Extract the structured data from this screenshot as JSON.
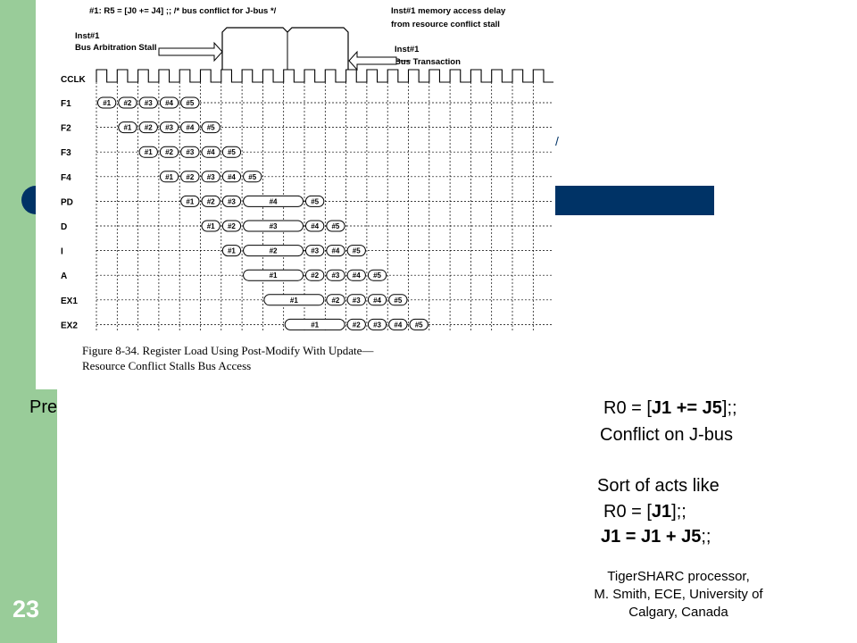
{
  "slide": {
    "number": "23",
    "pre_text": "Pre"
  },
  "figure": {
    "top_annotation": "#1: R5 = [J0 += J4] ;; /* bus conflict for J-bus */",
    "left_annotation": [
      "Inst#1",
      "Bus Arbitration Stall"
    ],
    "right_annotation_top": [
      "Inst#1 memory access delay",
      "from resource conflict stall"
    ],
    "right_annotation_bus": [
      "Inst#1",
      "Bus Transaction"
    ],
    "clock_label": "CCLK",
    "stages": [
      {
        "name": "F1",
        "boxes": [
          {
            "label": "#1",
            "from": 0,
            "to": 1
          },
          {
            "label": "#2",
            "from": 1,
            "to": 2
          },
          {
            "label": "#3",
            "from": 2,
            "to": 3
          },
          {
            "label": "#4",
            "from": 3,
            "to": 4
          },
          {
            "label": "#5",
            "from": 4,
            "to": 5
          }
        ]
      },
      {
        "name": "F2",
        "boxes": [
          {
            "label": "#1",
            "from": 1,
            "to": 2
          },
          {
            "label": "#2",
            "from": 2,
            "to": 3
          },
          {
            "label": "#3",
            "from": 3,
            "to": 4
          },
          {
            "label": "#4",
            "from": 4,
            "to": 5
          },
          {
            "label": "#5",
            "from": 5,
            "to": 6
          }
        ]
      },
      {
        "name": "F3",
        "boxes": [
          {
            "label": "#1",
            "from": 2,
            "to": 3
          },
          {
            "label": "#2",
            "from": 3,
            "to": 4
          },
          {
            "label": "#3",
            "from": 4,
            "to": 5
          },
          {
            "label": "#4",
            "from": 5,
            "to": 6
          },
          {
            "label": "#5",
            "from": 6,
            "to": 7
          }
        ]
      },
      {
        "name": "F4",
        "boxes": [
          {
            "label": "#1",
            "from": 3,
            "to": 4
          },
          {
            "label": "#2",
            "from": 4,
            "to": 5
          },
          {
            "label": "#3",
            "from": 5,
            "to": 6
          },
          {
            "label": "#4",
            "from": 6,
            "to": 7
          },
          {
            "label": "#5",
            "from": 7,
            "to": 8
          }
        ]
      },
      {
        "name": "PD",
        "boxes": [
          {
            "label": "#1",
            "from": 4,
            "to": 5
          },
          {
            "label": "#2",
            "from": 5,
            "to": 6
          },
          {
            "label": "#3",
            "from": 6,
            "to": 7
          },
          {
            "label": "#4",
            "from": 7,
            "to": 10
          },
          {
            "label": "#5",
            "from": 10,
            "to": 11
          }
        ]
      },
      {
        "name": "D",
        "boxes": [
          {
            "label": "#1",
            "from": 5,
            "to": 6
          },
          {
            "label": "#2",
            "from": 6,
            "to": 7
          },
          {
            "label": "#3",
            "from": 7,
            "to": 10
          },
          {
            "label": "#4",
            "from": 10,
            "to": 11
          },
          {
            "label": "#5",
            "from": 11,
            "to": 12
          }
        ]
      },
      {
        "name": "I",
        "boxes": [
          {
            "label": "#1",
            "from": 6,
            "to": 7
          },
          {
            "label": "#2",
            "from": 7,
            "to": 10
          },
          {
            "label": "#3",
            "from": 10,
            "to": 11
          },
          {
            "label": "#4",
            "from": 11,
            "to": 12
          },
          {
            "label": "#5",
            "from": 12,
            "to": 13
          }
        ]
      },
      {
        "name": "A",
        "boxes": [
          {
            "label": "#1",
            "from": 7,
            "to": 10
          },
          {
            "label": "#2",
            "from": 10,
            "to": 11
          },
          {
            "label": "#3",
            "from": 11,
            "to": 12
          },
          {
            "label": "#4",
            "from": 12,
            "to": 13
          },
          {
            "label": "#5",
            "from": 13,
            "to": 14
          }
        ]
      },
      {
        "name": "EX1",
        "boxes": [
          {
            "label": "#1",
            "from": 8,
            "to": 11
          },
          {
            "label": "#2",
            "from": 11,
            "to": 12
          },
          {
            "label": "#3",
            "from": 12,
            "to": 13
          },
          {
            "label": "#4",
            "from": 13,
            "to": 14
          },
          {
            "label": "#5",
            "from": 14,
            "to": 15
          }
        ]
      },
      {
        "name": "EX2",
        "boxes": [
          {
            "label": "#1",
            "from": 9,
            "to": 12
          },
          {
            "label": "#2",
            "from": 12,
            "to": 13
          },
          {
            "label": "#3",
            "from": 13,
            "to": 14
          },
          {
            "label": "#4",
            "from": 14,
            "to": 15
          },
          {
            "label": "#5",
            "from": 15,
            "to": 16
          }
        ]
      }
    ],
    "caption": [
      "Figure 8-34. Register Load Using Post-Modify With Update—",
      "Resource Conflict Stalls Bus Access"
    ]
  },
  "code": {
    "line1": {
      "a": "R0 = [",
      "b": "J1 += J5",
      "c": "];;"
    },
    "line2": "Conflict on J-bus",
    "line3": "Sort of acts like",
    "line4": {
      "a": "R0 = [",
      "b": "J1",
      "c": "];;"
    },
    "line5": {
      "a": "J1 = J1 + J5",
      "b": ";;"
    }
  },
  "footer": {
    "lines": [
      "TigerSHARC processor,",
      "M. Smith, ECE, University of",
      "Calgary, Canada"
    ]
  }
}
